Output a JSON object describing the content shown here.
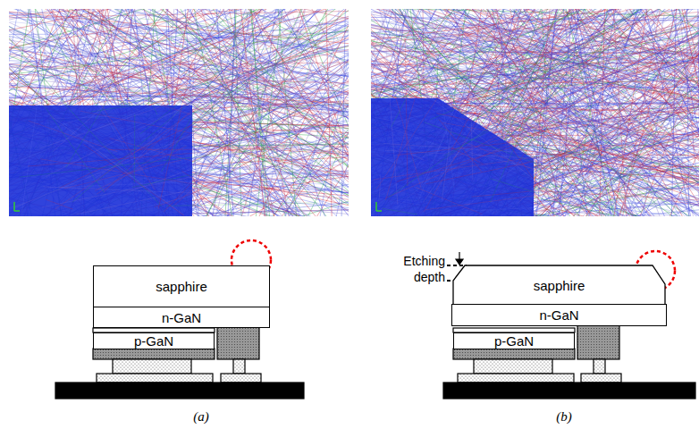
{
  "diagram": {
    "nodes": [
      {
        "text": [
          "sapphire"
        ]
      },
      {
        "text": [
          "n-GaN"
        ]
      },
      {
        "text": [
          "p-GaN"
        ]
      },
      {
        "text": [
          "sapphire"
        ]
      },
      {
        "text": [
          "n-GaN"
        ]
      },
      {
        "text": [
          "p-GaN"
        ]
      }
    ],
    "labels": [
      "Etching depth",
      "(a)",
      "(b)"
    ]
  }
}
